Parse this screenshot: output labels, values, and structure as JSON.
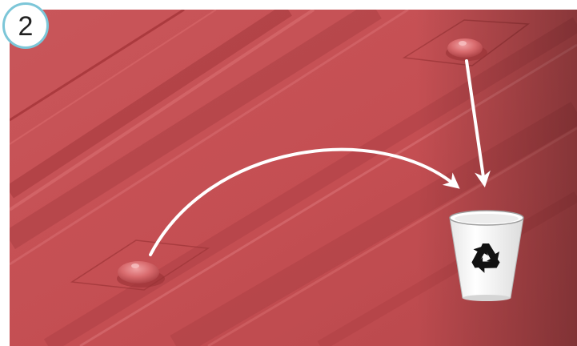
{
  "step": {
    "number": "2"
  },
  "illustration": {
    "surface_color": "#c64e52",
    "arrow_color": "#ffffff",
    "badge_border_color": "#7cc6d8",
    "items": [
      "push-pin-clip",
      "push-pin-clip"
    ],
    "destination": "recycle-bin-icon"
  }
}
